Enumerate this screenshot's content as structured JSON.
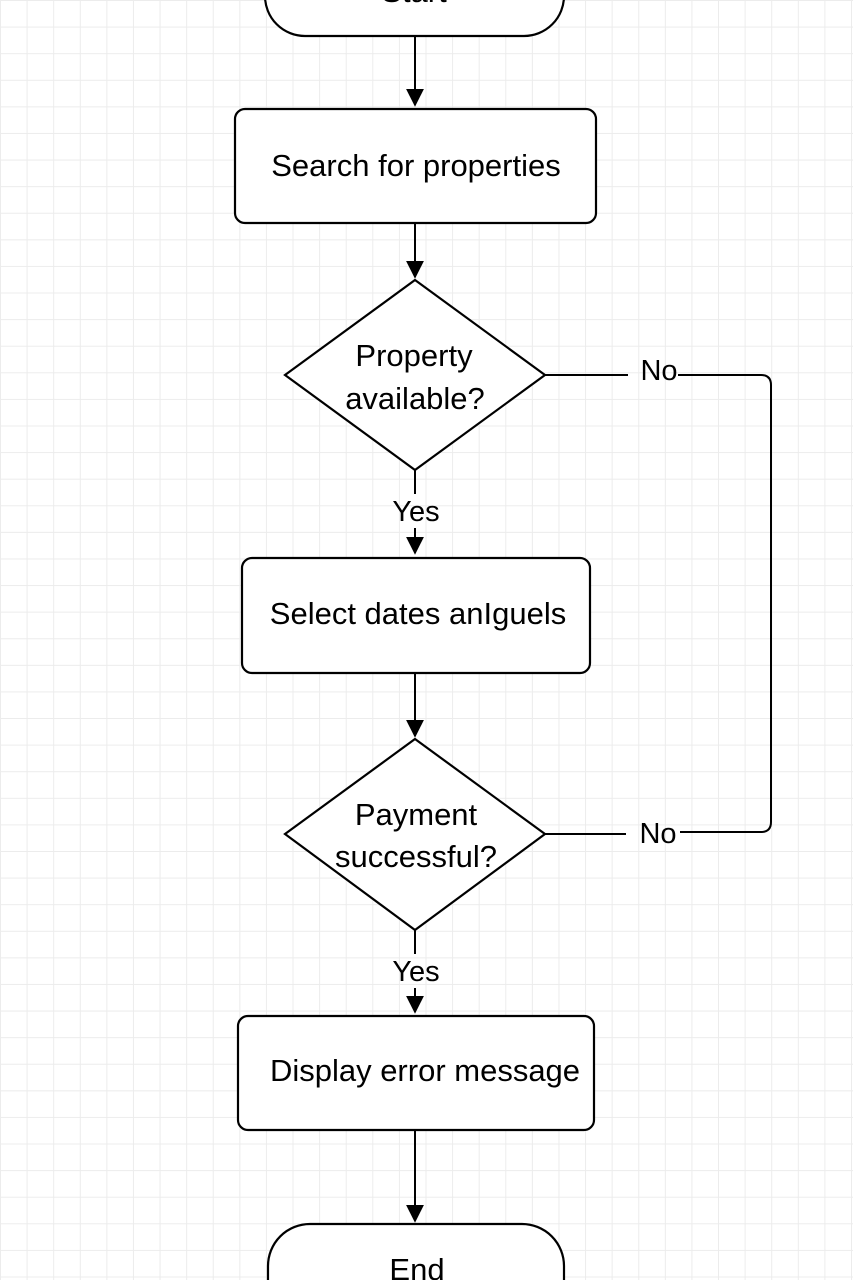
{
  "diagram": {
    "nodes": {
      "start": {
        "label": "Start"
      },
      "search": {
        "label": "Search for properties"
      },
      "available": {
        "label_line1": "Property",
        "label_line2": "available?"
      },
      "select": {
        "label": "Select dates anIguels"
      },
      "payment": {
        "label_line1": "Payment",
        "label_line2": "successful?"
      },
      "error": {
        "label": "Display error message"
      },
      "end": {
        "label": "End"
      }
    },
    "edges": {
      "available_yes": "Yes",
      "available_no": "No",
      "payment_yes": "Yes",
      "payment_no": "No"
    }
  }
}
